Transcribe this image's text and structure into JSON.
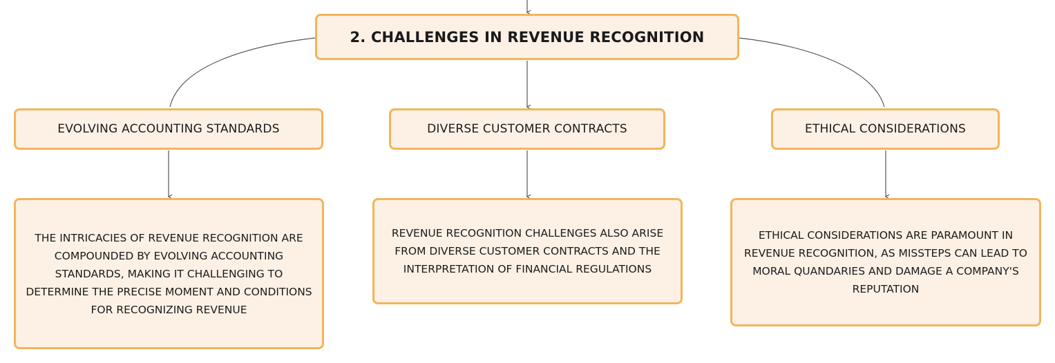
{
  "diagram": {
    "root": {
      "title": "2. CHALLENGES IN REVENUE RECOGNITION"
    },
    "branches": [
      {
        "topic": "EVOLVING ACCOUNTING STANDARDS",
        "detail": "THE INTRICACIES OF REVENUE RECOGNITION ARE COMPOUNDED BY EVOLVING ACCOUNTING STANDARDS, MAKING IT CHALLENGING TO DETERMINE THE PRECISE MOMENT AND CONDITIONS FOR RECOGNIZING REVENUE"
      },
      {
        "topic": "DIVERSE CUSTOMER CONTRACTS",
        "detail": "REVENUE RECOGNITION CHALLENGES ALSO ARISE FROM DIVERSE CUSTOMER CONTRACTS AND THE INTERPRETATION OF FINANCIAL REGULATIONS"
      },
      {
        "topic": "ETHICAL CONSIDERATIONS",
        "detail": "ETHICAL CONSIDERATIONS ARE PARAMOUNT IN REVENUE RECOGNITION, AS MISSTEPS CAN LEAD TO MORAL QUANDARIES AND DAMAGE A COMPANY'S REPUTATION"
      }
    ],
    "colors": {
      "node_fill": "#fdf1e6",
      "node_border": "#f4b459",
      "connector": "#555555",
      "text": "#1a1a1a"
    }
  }
}
